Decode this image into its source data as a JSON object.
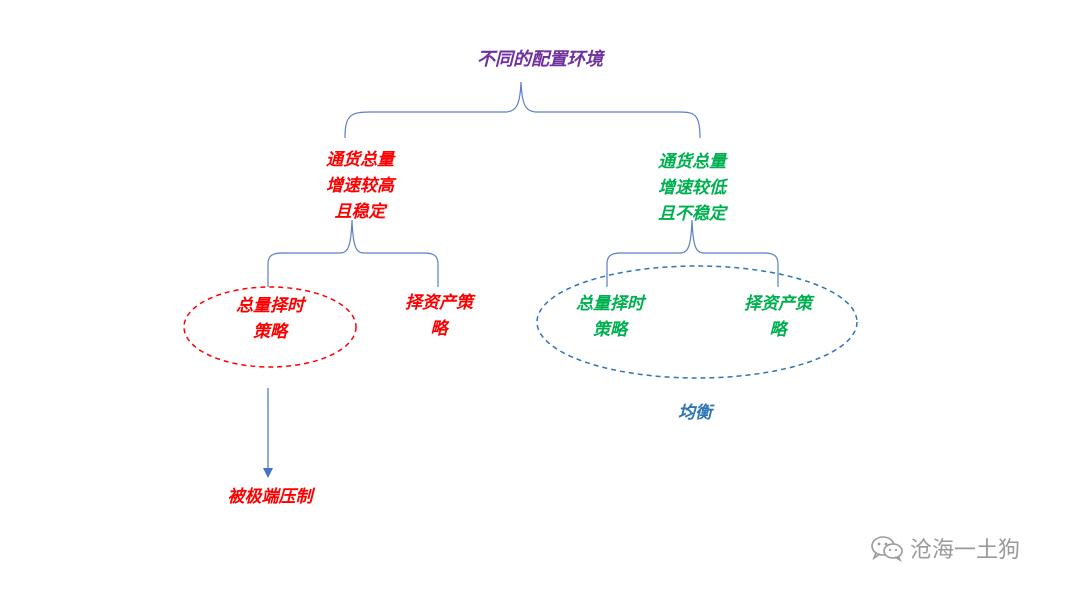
{
  "root": {
    "label": "不同的配置环境"
  },
  "branches": {
    "left": {
      "condition": "通货总量\n增速较高\n且稳定",
      "timing": "总量择时\n策略",
      "asset": "择资产策\n略",
      "outcome": "被极端压制"
    },
    "right": {
      "condition": "通货总量\n增速较低\n且不稳定",
      "timing": "总量择时\n策略",
      "asset": "择资产策\n略",
      "outcome": "均衡"
    }
  },
  "watermark": {
    "text": "沧海一土狗"
  },
  "colors": {
    "root": "#7030a0",
    "left": "#ff0000",
    "right": "#00b050",
    "balance": "#2e75b6",
    "bracket": "#5b7fc7"
  },
  "icons": {
    "watermark": "wechat-icon"
  }
}
